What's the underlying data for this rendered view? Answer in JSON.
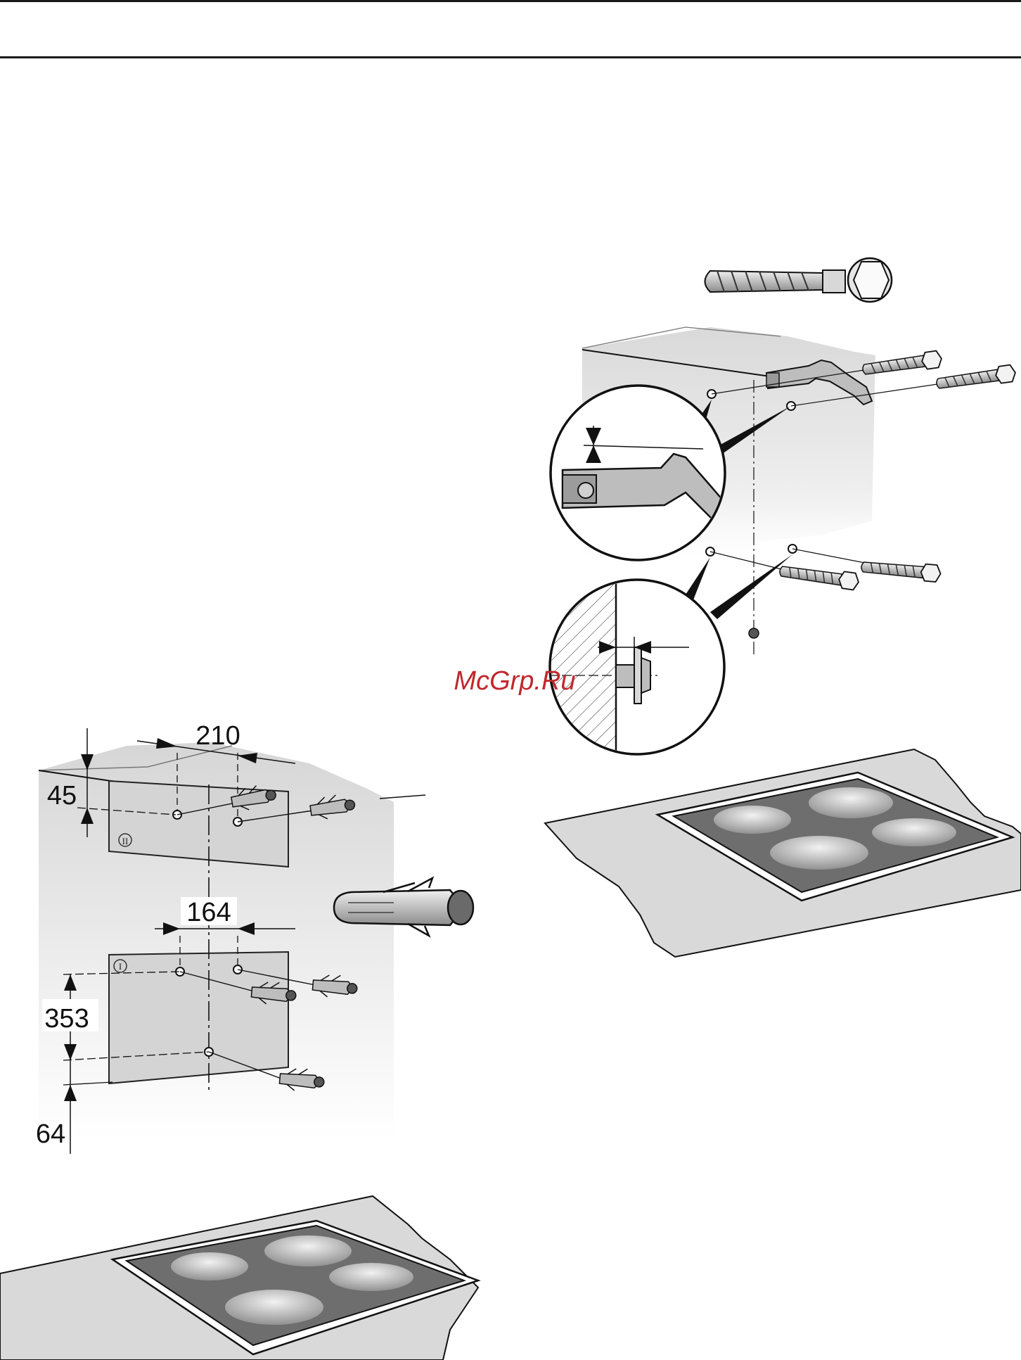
{
  "dimensions": {
    "d210": "210",
    "d45": "45",
    "d164": "164",
    "d353": "353",
    "d64": "64"
  },
  "template_marks": {
    "upper": "II",
    "lower": "I"
  },
  "watermark": "McGrp.Ru",
  "colors": {
    "ink": "#1a1a1a",
    "wall_grey": "#d9d9d9",
    "template_grey": "#d4d4d4",
    "hob_dark": "#6e6e6e",
    "watermark_red": "#c0282d"
  }
}
